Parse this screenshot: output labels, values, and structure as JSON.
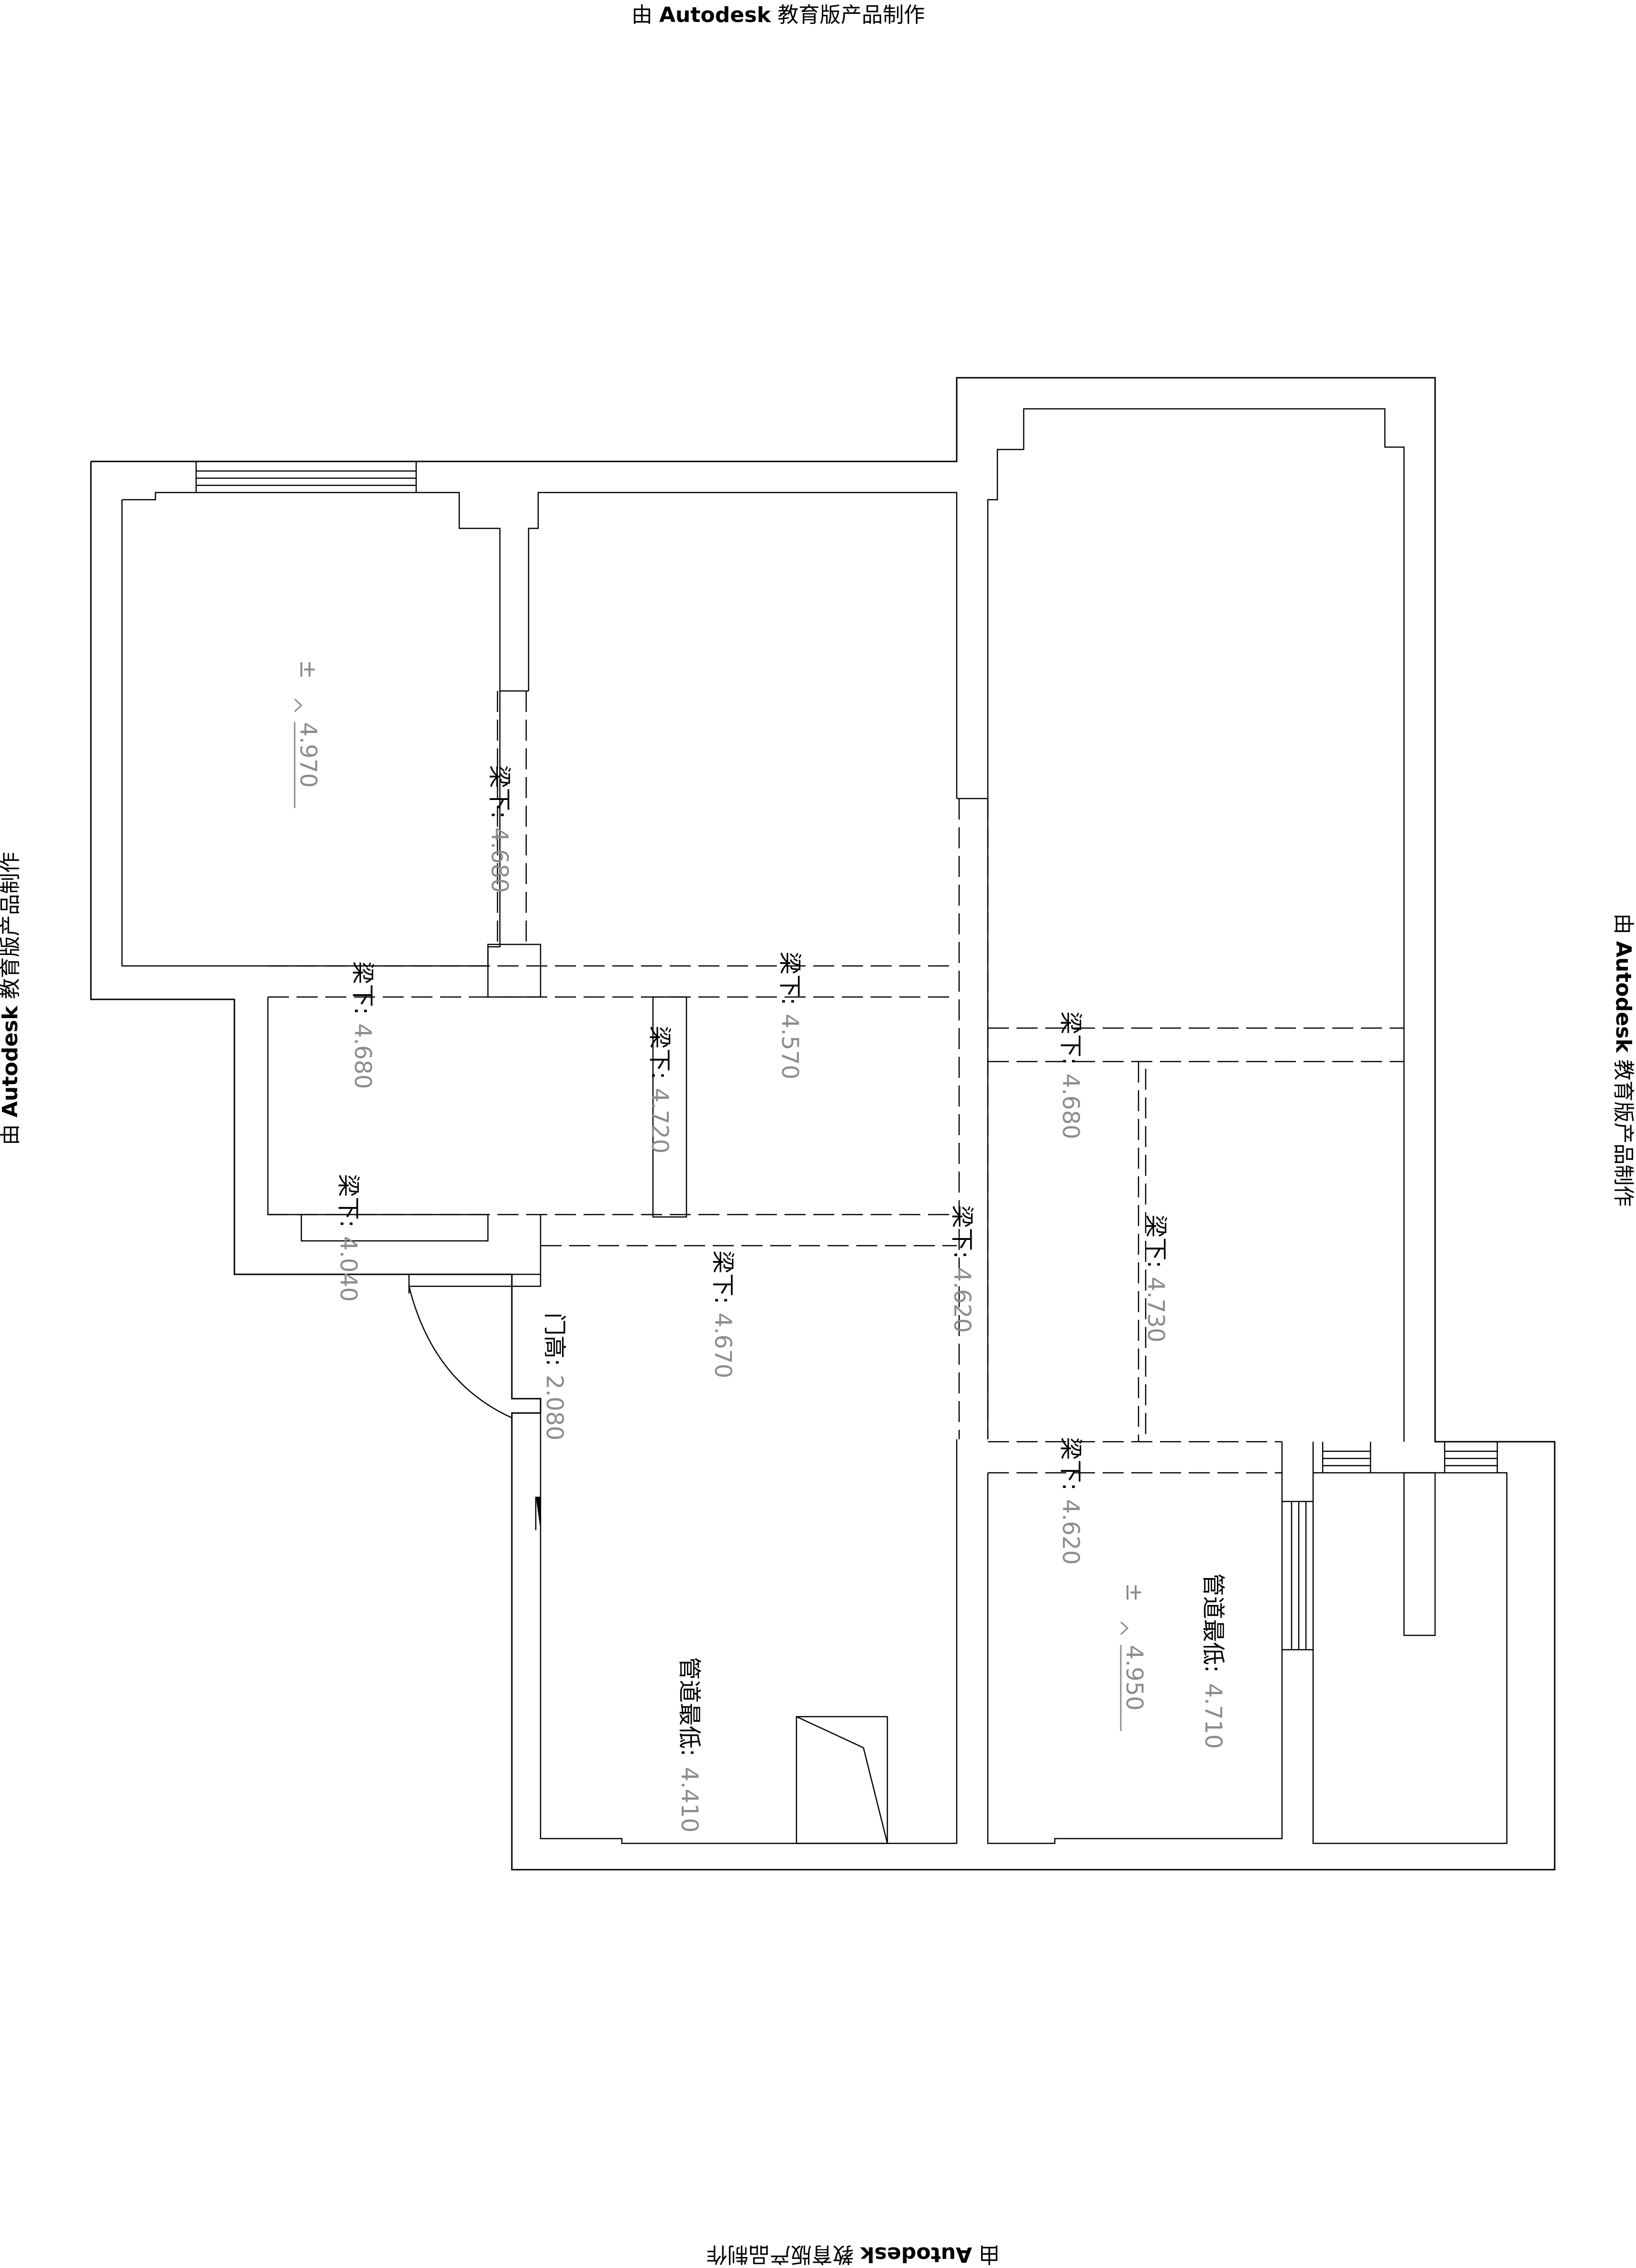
{
  "watermark": {
    "prefix": "由",
    "brand": "Autodesk",
    "suffix": "教育版产品制作"
  },
  "beam_prefix": "梁下",
  "colon": ":",
  "labels": {
    "beam_1": "4.680",
    "beam_2": "4.680",
    "beam_3": "4.570",
    "beam_4": "4.720",
    "beam_5": "4.040",
    "beam_6": "4.670",
    "beam_7": "4.620",
    "beam_8": "4.680",
    "beam_9": "4.730",
    "beam_10": "4.620",
    "door_prefix": "门高",
    "door_height": "2.080",
    "pipe_prefix": "管道最低",
    "pipe_1": "4.410",
    "pipe_2": "4.710",
    "level_symbol": "±",
    "level_1": "4.970",
    "level_2": "4.950"
  }
}
